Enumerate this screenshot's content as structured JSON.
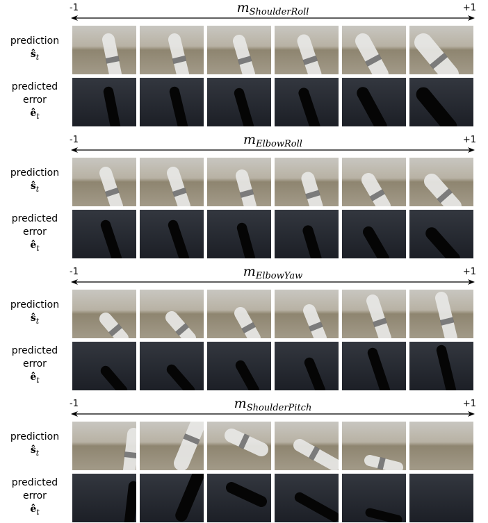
{
  "row_labels": {
    "prediction": "prediction",
    "prediction_symbol": "ŝ",
    "prediction_sub": "t",
    "error_line1": "predicted",
    "error_line2": "error",
    "error_symbol": "ê",
    "error_sub": "t"
  },
  "sections": [
    {
      "name": "m",
      "subscript": "ShoulderRoll",
      "min_label": "-1",
      "max_label": "+1"
    },
    {
      "name": "m",
      "subscript": "ElbowRoll",
      "min_label": "-1",
      "max_label": "+1"
    },
    {
      "name": "m",
      "subscript": "ElbowYaw",
      "min_label": "-1",
      "max_label": "+1"
    },
    {
      "name": "m",
      "subscript": "ShoulderPitch",
      "min_label": "-1",
      "max_label": "+1"
    }
  ],
  "colors": {
    "sky": "#c8c6c0",
    "floor": "#8e8570",
    "arm": "#e8e8e6",
    "band": "#6a6a6a",
    "error_bg": "#2a2e36",
    "error_blob": "#050505"
  }
}
